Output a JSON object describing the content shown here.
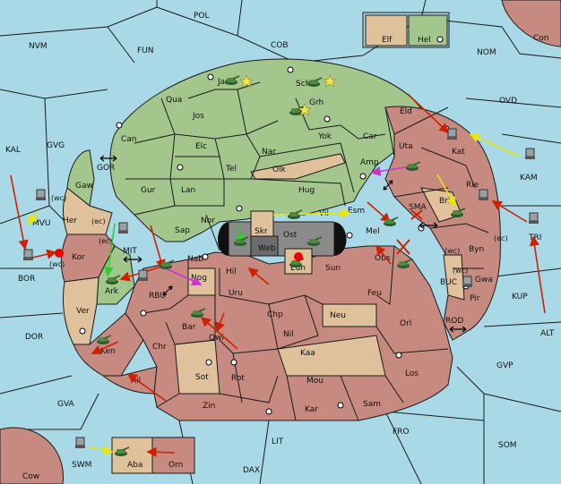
{
  "legend": {
    "items": [
      {
        "label": "Elf",
        "color": "#dfc29b"
      },
      {
        "label": "Hel",
        "color": "#a3c68c"
      }
    ]
  },
  "colors": {
    "sea": "#a9d9e6",
    "power_green": "#a3c68c",
    "power_red": "#c78a80",
    "neutral_tan": "#dfc29b",
    "center_gray": "#8a8a8a",
    "move_red": "#cc2200",
    "move_yellow": "#f2f200",
    "move_green": "#33cc33",
    "move_magenta": "#cc33cc"
  },
  "sea_regions": [
    "POL",
    "NVM",
    "FUN",
    "COB",
    "NOM",
    "Con",
    "OVD",
    "KAL",
    "GVG",
    "GOR",
    "MVU",
    "BOR",
    "MIT",
    "RBU",
    "DOR",
    "SMA",
    "KAM",
    "TRI",
    "KUP",
    "BUC",
    "ROD",
    "ALT",
    "GVP",
    "GVA",
    "SOM",
    "FRO",
    "LIT",
    "SWM",
    "DAX",
    "Cow"
  ],
  "land_regions": [
    "Jad",
    "Sch",
    "Qua",
    "Grh",
    "Jos",
    "Eld",
    "Can",
    "Yok",
    "Car",
    "Elc",
    "Nar",
    "Uta",
    "Kat",
    "Olk",
    "Tel",
    "Amp",
    "Gaw",
    "Gur",
    "Lan",
    "Hug",
    "Rie",
    "Bri",
    "Nor",
    "Vil",
    "Esm",
    "Her",
    "Skr",
    "Sap",
    "Ost",
    "Mel",
    "Web",
    "Kor",
    "Nab",
    "Eun",
    "Sun",
    "Obs",
    "Byn",
    "Ark",
    "Nog",
    "Hil",
    "Uru",
    "Gwa",
    "Feu",
    "Pir",
    "Chp",
    "Neu",
    "Ver",
    "Orl",
    "Bar",
    "Qwi",
    "Nil",
    "Chr",
    "Ken",
    "Kaa",
    "Sot",
    "Rot",
    "Los",
    "Ail",
    "Mou",
    "Zin",
    "Kar",
    "Sam",
    "Aba",
    "Orn"
  ],
  "coast_tags": [
    "(wc)",
    "(ec)",
    "(ec)",
    "(wc)",
    "(wc)",
    "(ec)",
    "(wc)"
  ]
}
